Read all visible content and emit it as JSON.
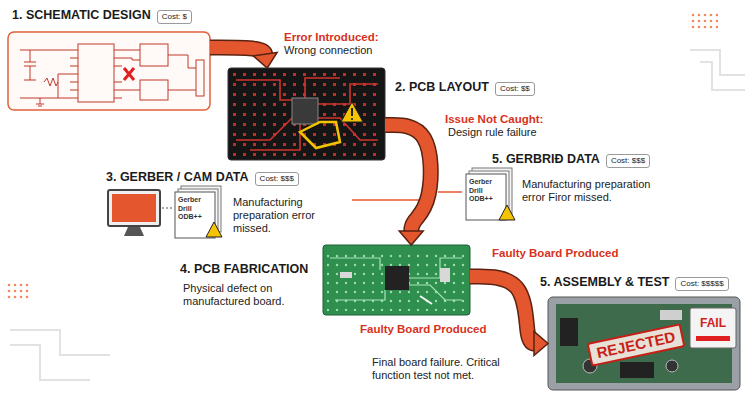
{
  "diagram": {
    "nodes": [
      {
        "text": [
          "1. SCHEMATIC DESIGN",
          "Cost: $"
        ]
      },
      {
        "text": [
          "2. PCB LAYOUT",
          "Cost: $$"
        ]
      },
      {
        "text": [
          "3. GERBER / CAM DATA",
          "Cost: $$$",
          "Manufacturing preparation error missed."
        ]
      },
      {
        "text": [
          "5. GERBRIĐ DATA",
          "Cost: $$$",
          "Manufacturing preparation error Firor missed."
        ]
      },
      {
        "text": [
          "4. PCB FABRICATION",
          "Physical defect on manufactured board."
        ]
      },
      {
        "text": [
          "5. ASSEMBLY & TEST",
          "Cost: $$$$$"
        ]
      }
    ],
    "edges": [
      {
        "from": 0,
        "to": 1,
        "arrow": "to",
        "label": "Error Introduced:"
      },
      {
        "from": 1,
        "to": 4,
        "arrow": "to",
        "label": "Issue Not Caught:"
      },
      {
        "from": 4,
        "to": 5,
        "arrow": "to",
        "label": "Faulty Board Produced"
      }
    ],
    "labels": [
      "Wrong connection",
      "Design rule failure",
      "Faulty Board Produced",
      "Final board failure. Critical function test not met.",
      "Gerber Drill ODB++",
      "Gerber Drill ODB++",
      "REJECTED",
      "FAIL"
    ]
  }
}
